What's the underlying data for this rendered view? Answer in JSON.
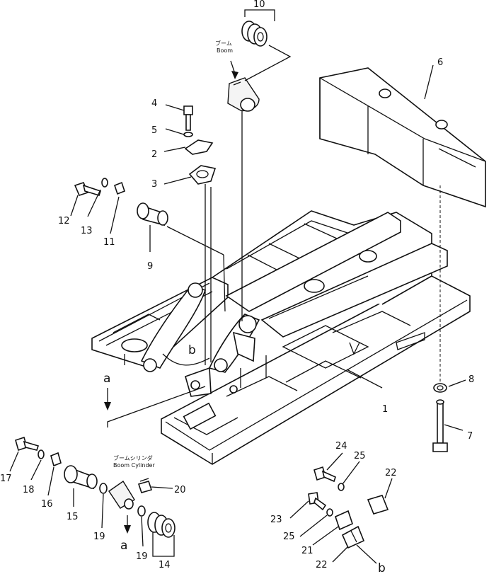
{
  "diagram": {
    "callouts": [
      {
        "id": "c1",
        "text": "1"
      },
      {
        "id": "c2",
        "text": "2"
      },
      {
        "id": "c3",
        "text": "3"
      },
      {
        "id": "c4",
        "text": "4"
      },
      {
        "id": "c5",
        "text": "5"
      },
      {
        "id": "c6",
        "text": "6"
      },
      {
        "id": "c7",
        "text": "7"
      },
      {
        "id": "c8",
        "text": "8"
      },
      {
        "id": "c9",
        "text": "9"
      },
      {
        "id": "c10",
        "text": "10"
      },
      {
        "id": "c11",
        "text": "11"
      },
      {
        "id": "c12",
        "text": "12"
      },
      {
        "id": "c13",
        "text": "13"
      },
      {
        "id": "c14",
        "text": "14"
      },
      {
        "id": "c15",
        "text": "15"
      },
      {
        "id": "c16",
        "text": "16"
      },
      {
        "id": "c17",
        "text": "17"
      },
      {
        "id": "c18",
        "text": "18"
      },
      {
        "id": "c19a",
        "text": "19"
      },
      {
        "id": "c19b",
        "text": "19"
      },
      {
        "id": "c20",
        "text": "20"
      },
      {
        "id": "c21",
        "text": "21"
      },
      {
        "id": "c22a",
        "text": "22"
      },
      {
        "id": "c22b",
        "text": "22"
      },
      {
        "id": "c23",
        "text": "23"
      },
      {
        "id": "c24",
        "text": "24"
      },
      {
        "id": "c25a",
        "text": "25"
      },
      {
        "id": "c25b",
        "text": "25"
      }
    ],
    "annotations": {
      "boom_jp": "ブーム",
      "boom_en": "Boom",
      "cyl_jp": "ブームシリンダ",
      "cyl_en": "Boom  Cylinder",
      "ref_a1": "a",
      "ref_a2": "a",
      "ref_b1": "b",
      "ref_b2": "b"
    },
    "colors": {
      "ink": "#111111",
      "paper": "#ffffff"
    }
  }
}
